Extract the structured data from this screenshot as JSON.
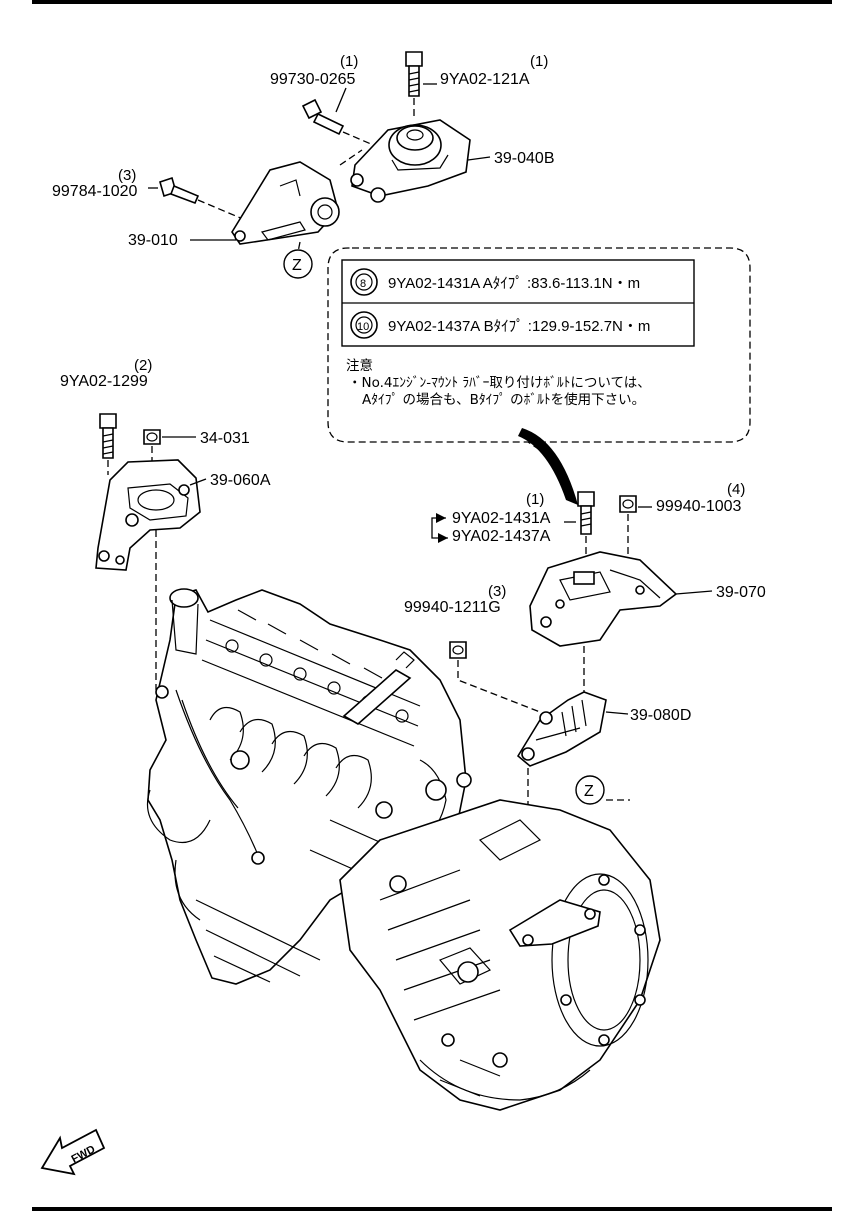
{
  "callouts": {
    "p99730": {
      "qty": "(1)",
      "code": "99730-0265"
    },
    "p9ya02_121a": {
      "qty": "(1)",
      "code": "9YA02-121A"
    },
    "p39_040b": {
      "code": "39-040B"
    },
    "p99784": {
      "qty": "(3)",
      "code": "99784-1020"
    },
    "p39_010": {
      "code": "39-010"
    },
    "p9ya02_1299": {
      "qty": "(2)",
      "code": "9YA02-1299"
    },
    "p34_031": {
      "code": "34-031"
    },
    "p39_060a": {
      "code": "39-060A"
    },
    "p9ya02_1431a": {
      "qty": "(1)",
      "code": "9YA02-1431A",
      "alt_code": "9YA02-1437A"
    },
    "p99940_1003": {
      "qty": "(4)",
      "code": "99940-1003"
    },
    "p39_070": {
      "code": "39-070"
    },
    "p99940_1211g": {
      "qty": "(3)",
      "code": "99940-1211G"
    },
    "p39_080d": {
      "code": "39-080D"
    }
  },
  "view_marker": "Z",
  "torque_table": [
    {
      "badge": "8",
      "text": "9YA02-1431A  Aﾀｲﾌﾟ :83.6-113.1N・m"
    },
    {
      "badge": "10",
      "text": "9YA02-1437A  Bﾀｲﾌﾟ :129.9-152.7N・m"
    }
  ],
  "note": {
    "title": "注意",
    "line1": "・No.4ｴﾝｼﾞﾝ-ﾏｳﾝﾄ ﾗﾊﾞｰ取り付けﾎﾞﾙﾄについては、",
    "line2": "Aﾀｲﾌﾟ の場合も、Bﾀｲﾌﾟ のﾎﾞﾙﾄを使用下さい。"
  },
  "fwd_label": "FWD"
}
